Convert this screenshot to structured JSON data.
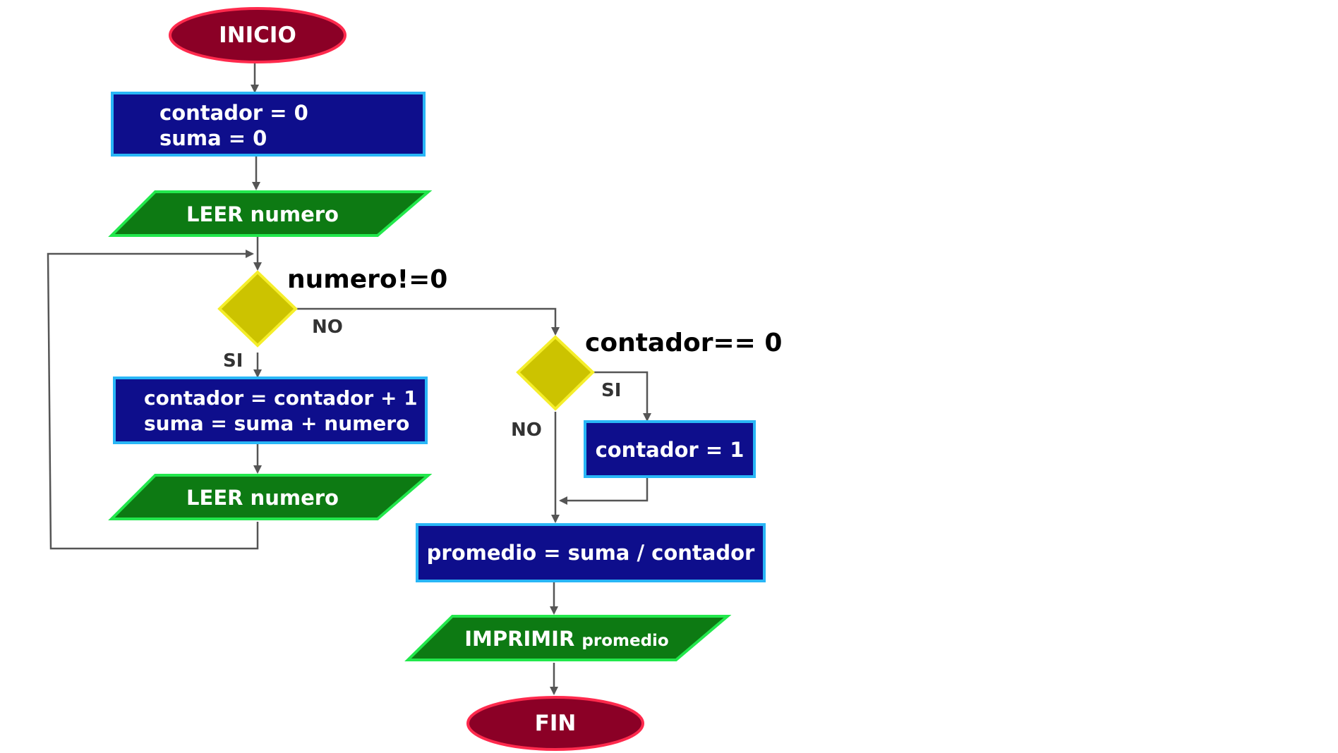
{
  "colors": {
    "terminal_fill": "#8b0026",
    "terminal_stroke": "#ff2a4d",
    "process_fill": "#0e0e8c",
    "process_stroke": "#29b6f6",
    "io_fill": "#0d7a13",
    "io_stroke": "#22e84c",
    "decision_fill": "#ccc300",
    "decision_stroke": "#f5ee2a",
    "edge": "#555555"
  },
  "nodes": {
    "inicio": {
      "label": "INICIO"
    },
    "init": {
      "line1": "contador = 0",
      "line2": "suma = 0"
    },
    "leer1": {
      "label": "LEER numero"
    },
    "cond1": {
      "label": "numero!=0",
      "yes": "SI",
      "no": "NO"
    },
    "loop_body": {
      "line1": "contador = contador + 1",
      "line2": "suma = suma + numero"
    },
    "leer2": {
      "label": "LEER numero"
    },
    "cond2": {
      "label": "contador== 0",
      "yes": "SI",
      "no": "NO"
    },
    "set_one": {
      "label": "contador = 1"
    },
    "promedio": {
      "label": "promedio = suma / contador"
    },
    "imprimir": {
      "strong": "IMPRIMIR",
      "rest": "promedio"
    },
    "fin": {
      "label": "FIN"
    }
  }
}
